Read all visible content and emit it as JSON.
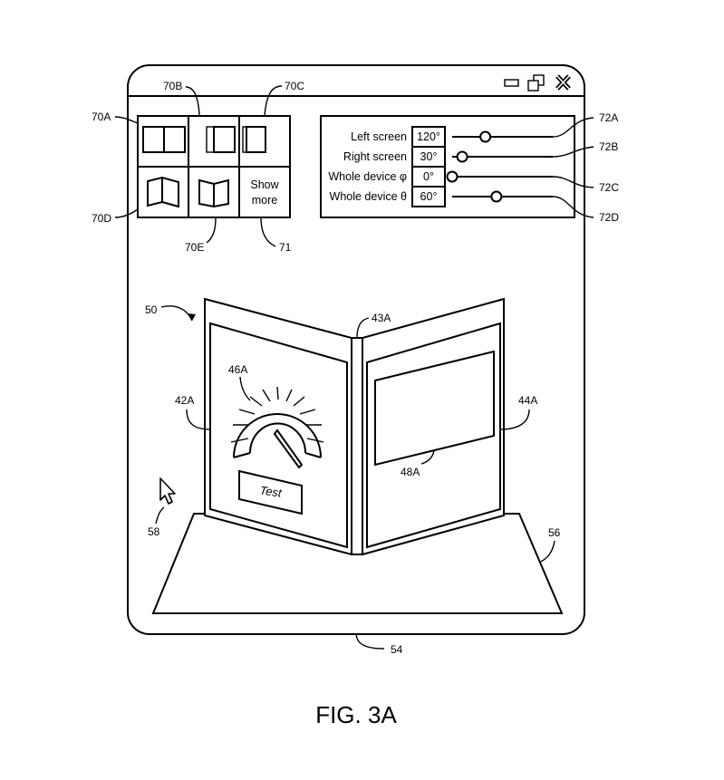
{
  "figure_caption": "FIG. 3A",
  "window": {
    "ref": "54",
    "controls": {
      "minimize_icon": "minimize-icon",
      "restore_icon": "restore-icon",
      "close_icon": "close-icon"
    }
  },
  "preset_grid": {
    "refs": {
      "a": "70A",
      "b": "70B",
      "c": "70C",
      "d": "70D",
      "e": "70E",
      "more": "71"
    },
    "show_more_label_line1": "Show",
    "show_more_label_line2": "more"
  },
  "angle_controls": {
    "rows": [
      {
        "label": "Left screen",
        "value": "120°",
        "ref": "72A",
        "knob_fraction": 0.33
      },
      {
        "label": "Right screen",
        "value": "30°",
        "ref": "72B",
        "knob_fraction": 0.1
      },
      {
        "label": "Whole device φ",
        "value": "0°",
        "ref": "72C",
        "knob_fraction": 0.0
      },
      {
        "label": "Whole device θ",
        "value": "60°",
        "ref": "72D",
        "knob_fraction": 0.44
      }
    ]
  },
  "device": {
    "ref": "50",
    "hinge_ref": "43A",
    "left_display_ref": "42A",
    "right_display_ref": "44A",
    "gauge_ref": "46A",
    "content_window_ref": "48A",
    "test_button_label": "Test",
    "surface_ref": "56",
    "cursor_ref": "58"
  }
}
